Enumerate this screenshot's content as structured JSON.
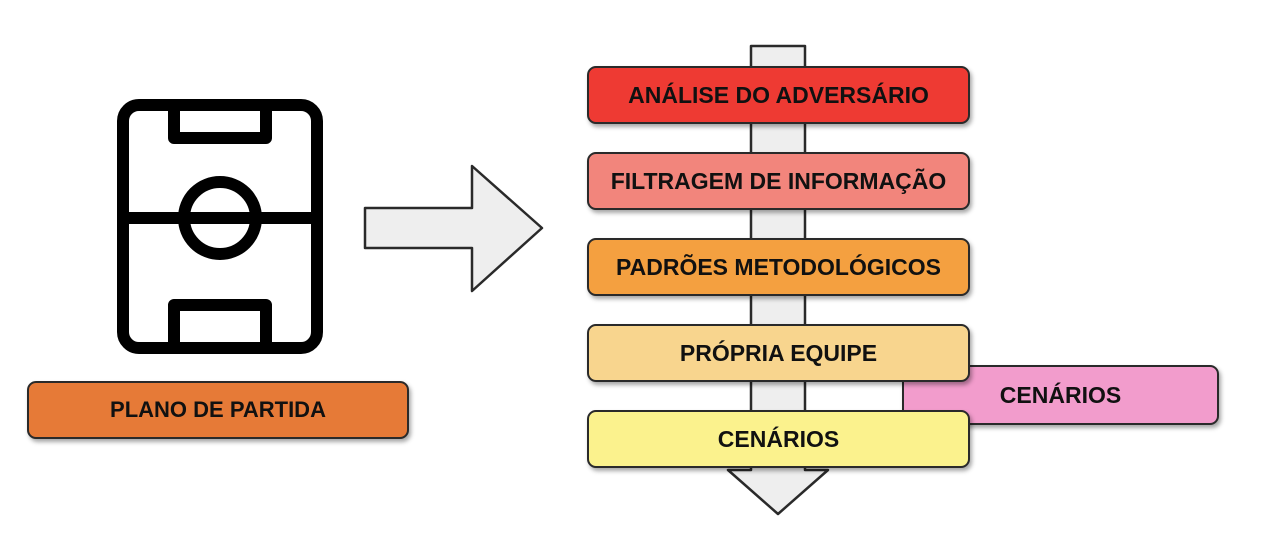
{
  "left": {
    "field_icon": "soccer-field-icon",
    "plan_label": "PLANO DE PARTIDA",
    "plan_color": "#e67a37"
  },
  "steps": [
    {
      "label": "ANÁLISE DO ADVERSÁRIO",
      "color": "#ee3a33"
    },
    {
      "label": "FILTRAGEM DE INFORMAÇÃO",
      "color": "#f2857c"
    },
    {
      "label": "PADRÕES METODOLÓGICOS",
      "color": "#f4a040"
    },
    {
      "label": "PRÓPRIA EQUIPE",
      "color": "#f8d58e"
    },
    {
      "label": "CENÁRIOS",
      "color": "#fbf28d"
    }
  ],
  "side_card": {
    "label": "CENÁRIOS",
    "color": "#f29ccc"
  },
  "colors": {
    "arrow_fill": "#eeeeee",
    "outline": "#2a2a2a"
  }
}
